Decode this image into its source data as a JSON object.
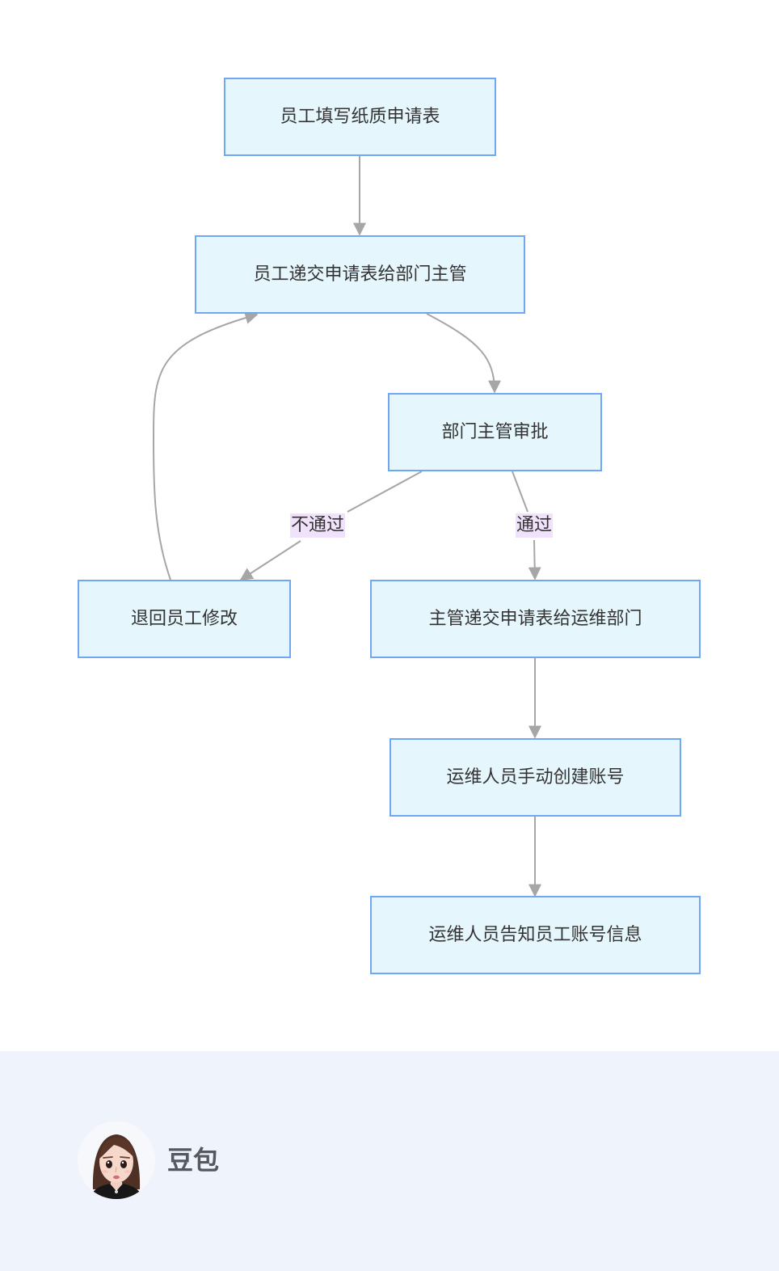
{
  "diagram": {
    "nodes": {
      "fill_form": "员工填写纸质申请表",
      "submit_to_manager": "员工递交申请表给部门主管",
      "manager_review": "部门主管审批",
      "return_to_employee": "退回员工修改",
      "forward_to_ops": "主管递交申请表给运维部门",
      "ops_create_account": "运维人员手动创建账号",
      "ops_notify_employee": "运维人员告知员工账号信息"
    },
    "edge_labels": {
      "rejected": "不通过",
      "approved": "通过"
    },
    "colors": {
      "node_fill": "#e6f6fd",
      "node_border": "#70a6f3",
      "edge": "#a6a6a6",
      "label_background": "#f1e2fb"
    }
  },
  "footer": {
    "author_name": "豆包",
    "background": "#eff3fb"
  }
}
